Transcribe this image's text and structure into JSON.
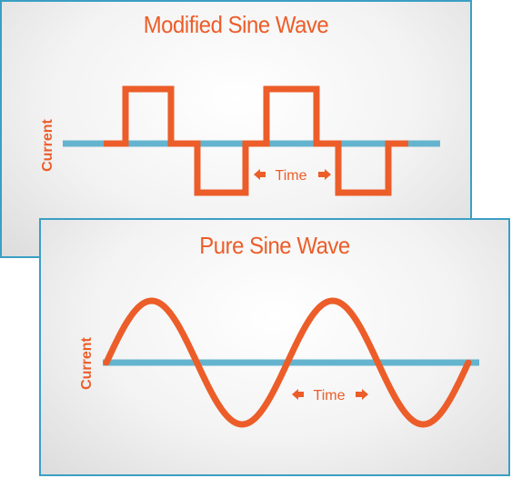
{
  "colors": {
    "wave": "#ec5d29",
    "baseline": "#64b4cf",
    "border": "#3a9fc4",
    "text": "#ec5d29"
  },
  "modified": {
    "title": "Modified Sine Wave",
    "ylabel": "Current",
    "time_label": "Time"
  },
  "pure": {
    "title": "Pure Sine Wave",
    "ylabel": "Current",
    "time_label": "Time"
  }
}
